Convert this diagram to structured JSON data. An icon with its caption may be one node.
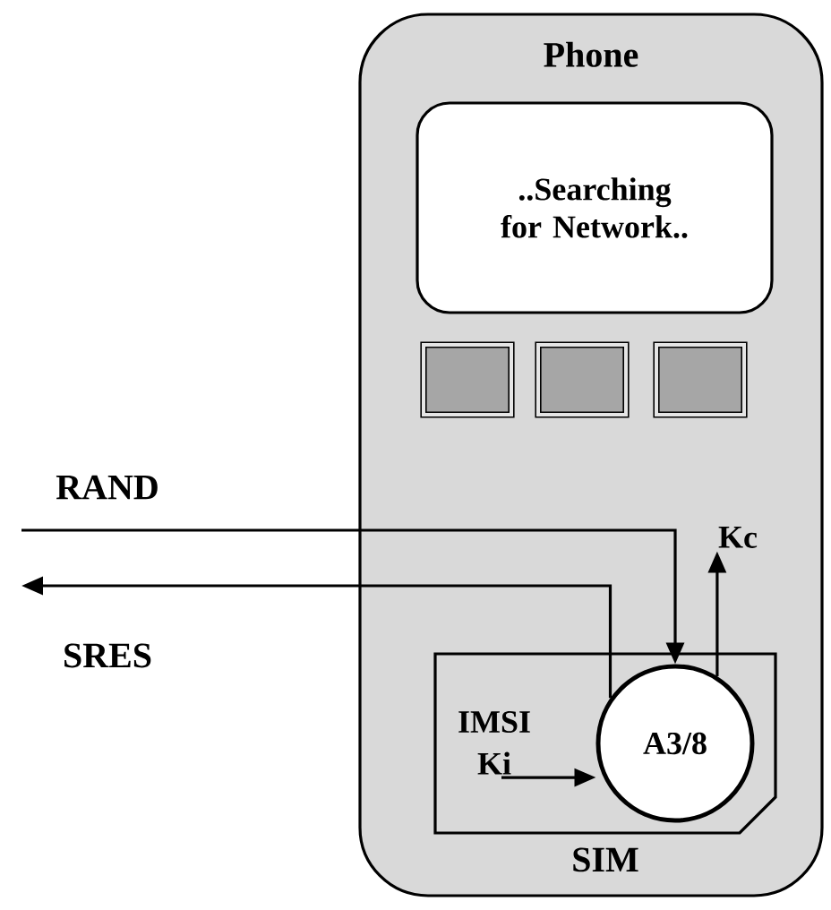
{
  "diagram": {
    "nodes": [
      {
        "text": [
          "Phone"
        ]
      },
      {
        "text": [
          "..Searching for Network.."
        ],
        "in": 0
      },
      {
        "text": [],
        "shape": "box",
        "in": 0
      },
      {
        "text": [],
        "shape": "box",
        "in": 0
      },
      {
        "text": [],
        "shape": "box",
        "in": 0
      },
      {
        "text": [
          "SIM"
        ],
        "in": 0
      },
      {
        "text": [
          "A3/8"
        ],
        "in": 5
      },
      {
        "text": [
          "Kc"
        ],
        "in": 0
      },
      {
        "text": [
          "Ki"
        ],
        "in": 5
      }
    ],
    "edges": [
      {
        "from": null,
        "to": 6,
        "arrow": "to",
        "label": "RAND"
      },
      {
        "from": 6,
        "to": null,
        "arrow": "to",
        "label": "SRES"
      },
      {
        "from": 6,
        "to": 7,
        "arrow": "to"
      },
      {
        "from": 8,
        "to": 6,
        "arrow": "to"
      }
    ],
    "labels": [
      "IMSI"
    ]
  }
}
